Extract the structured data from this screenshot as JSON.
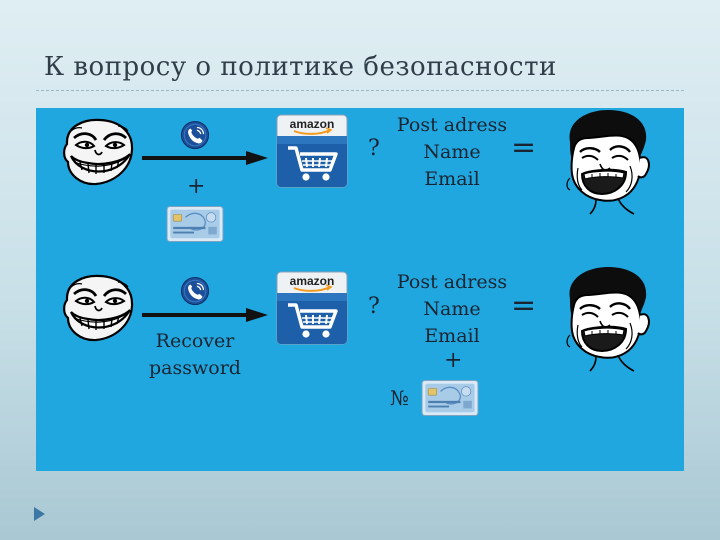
{
  "slide": {
    "title": "К вопросу о политике безопасности"
  },
  "colors": {
    "panel": "#21a7e0",
    "amazon_tile": "#1d5fa8",
    "phone_badge": "#1b4f9a",
    "card": "#9cc8e6"
  },
  "icons": {
    "attacker": "trollface-icon",
    "victim": "laughing-face-icon",
    "store": "amazon-cart-icon",
    "phone": "phone-icon",
    "card": "credit-card-icon"
  },
  "row1": {
    "plus": "+",
    "store_logo": "amazon",
    "question": "?",
    "fields": [
      "Post adress",
      "Name",
      "Email"
    ],
    "equals": "="
  },
  "row2": {
    "action": [
      "Recover",
      "password"
    ],
    "store_logo": "amazon",
    "question": "?",
    "fields": [
      "Post adress",
      "Name",
      "Email"
    ],
    "plus": "+",
    "number_sign": "№",
    "equals": "="
  }
}
